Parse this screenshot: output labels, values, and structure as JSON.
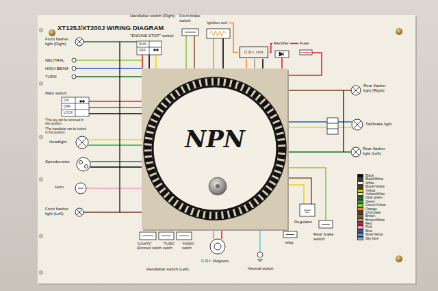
{
  "diagram": {
    "title": "XT125J/XT200J WIRING DIAGRAM",
    "nodes": [
      {
        "text": [
          "Front flasher light (Right)"
        ]
      },
      {
        "text": [
          "Main switch"
        ]
      },
      {
        "text": [
          "Headlight"
        ]
      },
      {
        "text": [
          "Speedometer"
        ]
      },
      {
        "text": [
          "Horn"
        ]
      },
      {
        "text": [
          "Front flasher light (Left)"
        ]
      },
      {
        "text": [
          "Handlebar switch (Right)",
          "\"ENGINE STOP\" switch"
        ]
      },
      {
        "text": [
          "Front brake switch"
        ]
      },
      {
        "text": [
          "Ignition coil"
        ]
      },
      {
        "text": [
          "C.D.I. Unit"
        ]
      },
      {
        "text": [
          "Rectifier"
        ]
      },
      {
        "text": [
          "Fuse"
        ]
      },
      {
        "text": [
          "Rear flasher light (Right)"
        ]
      },
      {
        "text": [
          "Tail/brake light"
        ]
      },
      {
        "text": [
          "Rear flasher light (Left)"
        ]
      },
      {
        "text": [
          "Regulator"
        ]
      },
      {
        "text": [
          "Rear brake switch"
        ]
      },
      {
        "text": [
          "relay"
        ]
      },
      {
        "text": [
          "C.D.I. Magneto"
        ]
      },
      {
        "text": [
          "Neutral switch"
        ]
      },
      {
        "text": [
          "Handlebar switch (Left)"
        ]
      }
    ],
    "edges": [
      {
        "from": 8,
        "to": 9,
        "arrow": "none"
      },
      {
        "from": 9,
        "to": 10,
        "arrow": "none"
      },
      {
        "from": 10,
        "to": 11,
        "arrow": "none"
      }
    ],
    "labels": [
      "NEUTRAL",
      "HIGH BEAM",
      "TURN",
      "ON",
      "OFF",
      "LOCK",
      "*The key can be removed in this position.",
      "*The handlebar can be locked in this position.",
      "RUN",
      "OFF",
      "\"LIGHTS\" (Dimmer) switch",
      "\"TURN\" switch",
      "\"HORN\" switch",
      "NPN"
    ],
    "legend": [
      {
        "text": "Black",
        "color": "#000000"
      },
      {
        "text": "Black/White",
        "color": "#3a3a3a"
      },
      {
        "text": "White",
        "color": "#ffffff"
      },
      {
        "text": "Black/Yellow",
        "color": "#4a4510"
      },
      {
        "text": "Yellow",
        "color": "#f2d600"
      },
      {
        "text": "Yellow/White",
        "color": "#f5e98a"
      },
      {
        "text": "Dark green",
        "color": "#1f6b2f"
      },
      {
        "text": "Green",
        "color": "#2fa84f"
      },
      {
        "text": "Green/Yellow",
        "color": "#8cc63f"
      },
      {
        "text": "Orange",
        "color": "#f28c1e"
      },
      {
        "text": "Chocolate",
        "color": "#6b3a1e"
      },
      {
        "text": "Brown",
        "color": "#8b5a2b"
      },
      {
        "text": "Brown/White",
        "color": "#b8926a"
      },
      {
        "text": "Red",
        "color": "#e02424"
      },
      {
        "text": "Pink",
        "color": "#f49ac1"
      },
      {
        "text": "Blue",
        "color": "#1f5fbf"
      },
      {
        "text": "Blue/Yellow",
        "color": "#5f8fbf"
      },
      {
        "text": "Sky blue",
        "color": "#6cc4e8"
      }
    ]
  }
}
